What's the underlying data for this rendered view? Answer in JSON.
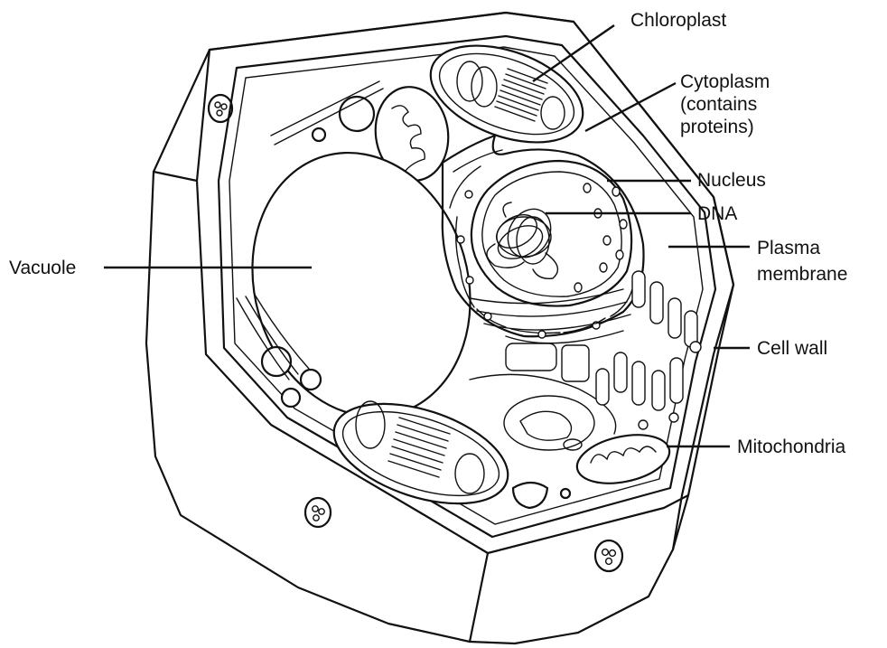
{
  "labels": {
    "chloroplast": "Chloroplast",
    "cytoplasm": [
      "Cytoplasm",
      "(contains",
      "proteins)"
    ],
    "nucleus": "Nucleus",
    "dna": "DNA",
    "plasma_membrane": [
      "Plasma",
      "membrane"
    ],
    "cell_wall": "Cell wall",
    "mitochondria": "Mitochondria",
    "vacuole": "Vacuole"
  },
  "colors": {
    "ink": "#111111",
    "background": "#ffffff"
  }
}
